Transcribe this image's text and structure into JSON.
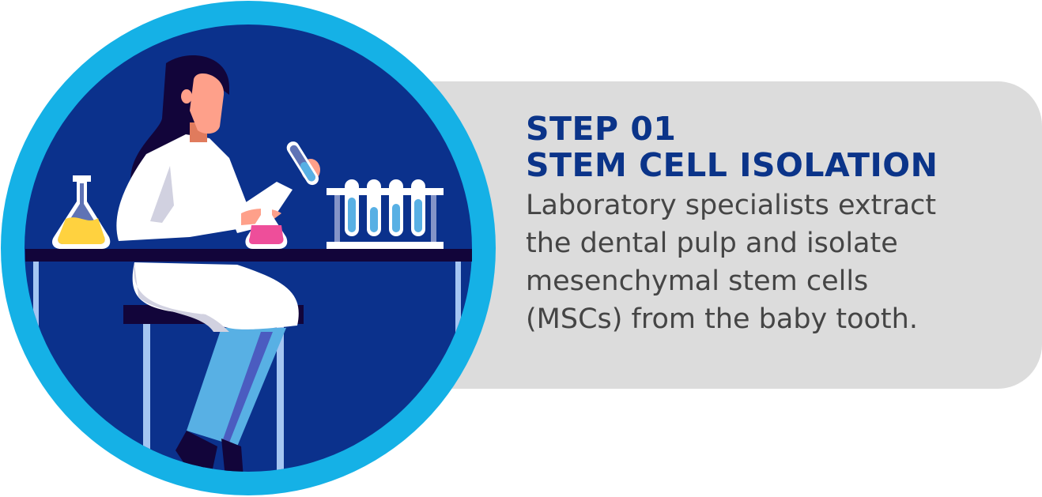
{
  "step_label": "STEP 01",
  "title": "STEM CELL ISOLATION",
  "description": "Laboratory specialists extract\nthe dental pulp and isolate\nmesenchymal stem cells\n(MSCs) from the baby tooth.",
  "colors": {
    "ring": "#15b1e6",
    "circle_bg": "#0b318c",
    "title": "#0b3489",
    "card": "#dcdcdc",
    "text": "#454545"
  },
  "illustration": "scientist-at-lab-bench-icon"
}
